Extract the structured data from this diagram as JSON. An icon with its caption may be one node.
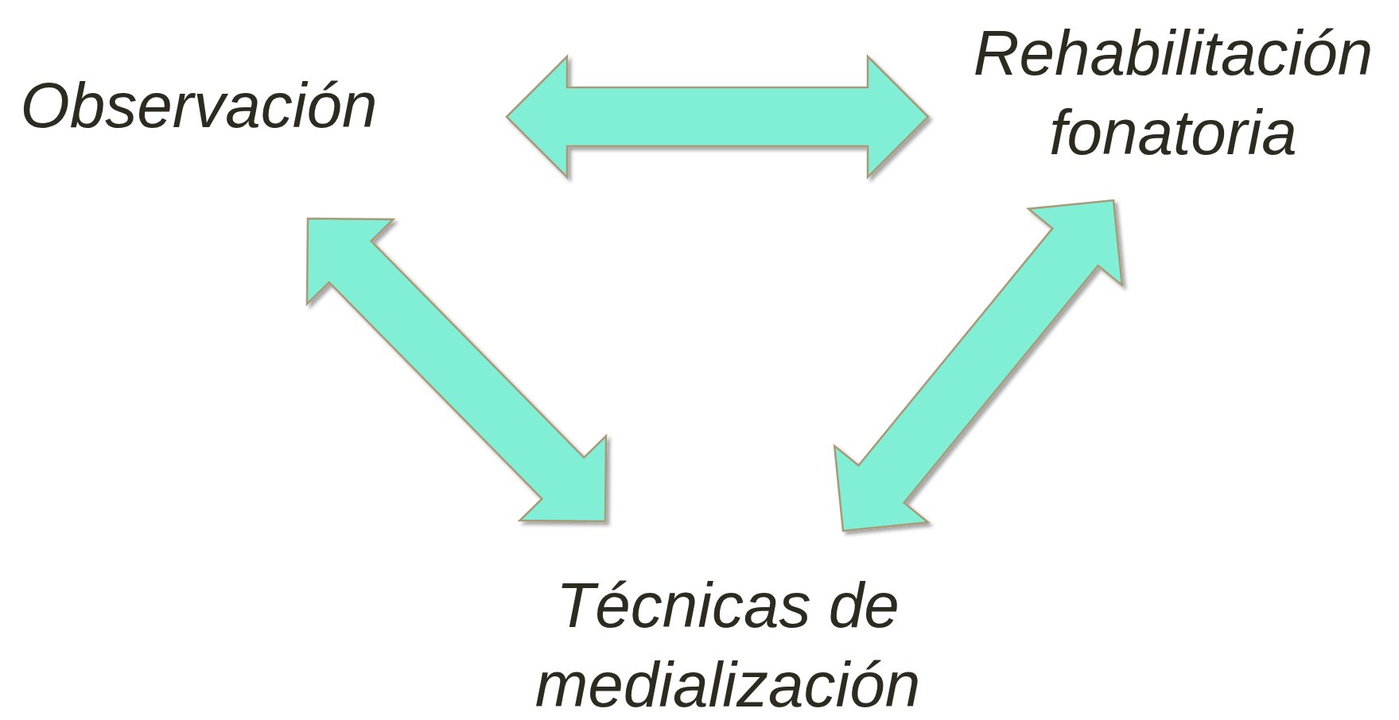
{
  "diagram": {
    "nodes": [
      {
        "text": [
          "Observación"
        ]
      },
      {
        "text": [
          "Rehabilitación fonatoria"
        ]
      },
      {
        "text": [
          "Técnicas de medialización"
        ]
      }
    ],
    "edges": [
      {
        "from": 0,
        "to": 1,
        "arrow": "both"
      },
      {
        "from": 0,
        "to": 2,
        "arrow": "both"
      },
      {
        "from": 1,
        "to": 2,
        "arrow": "both"
      }
    ]
  }
}
